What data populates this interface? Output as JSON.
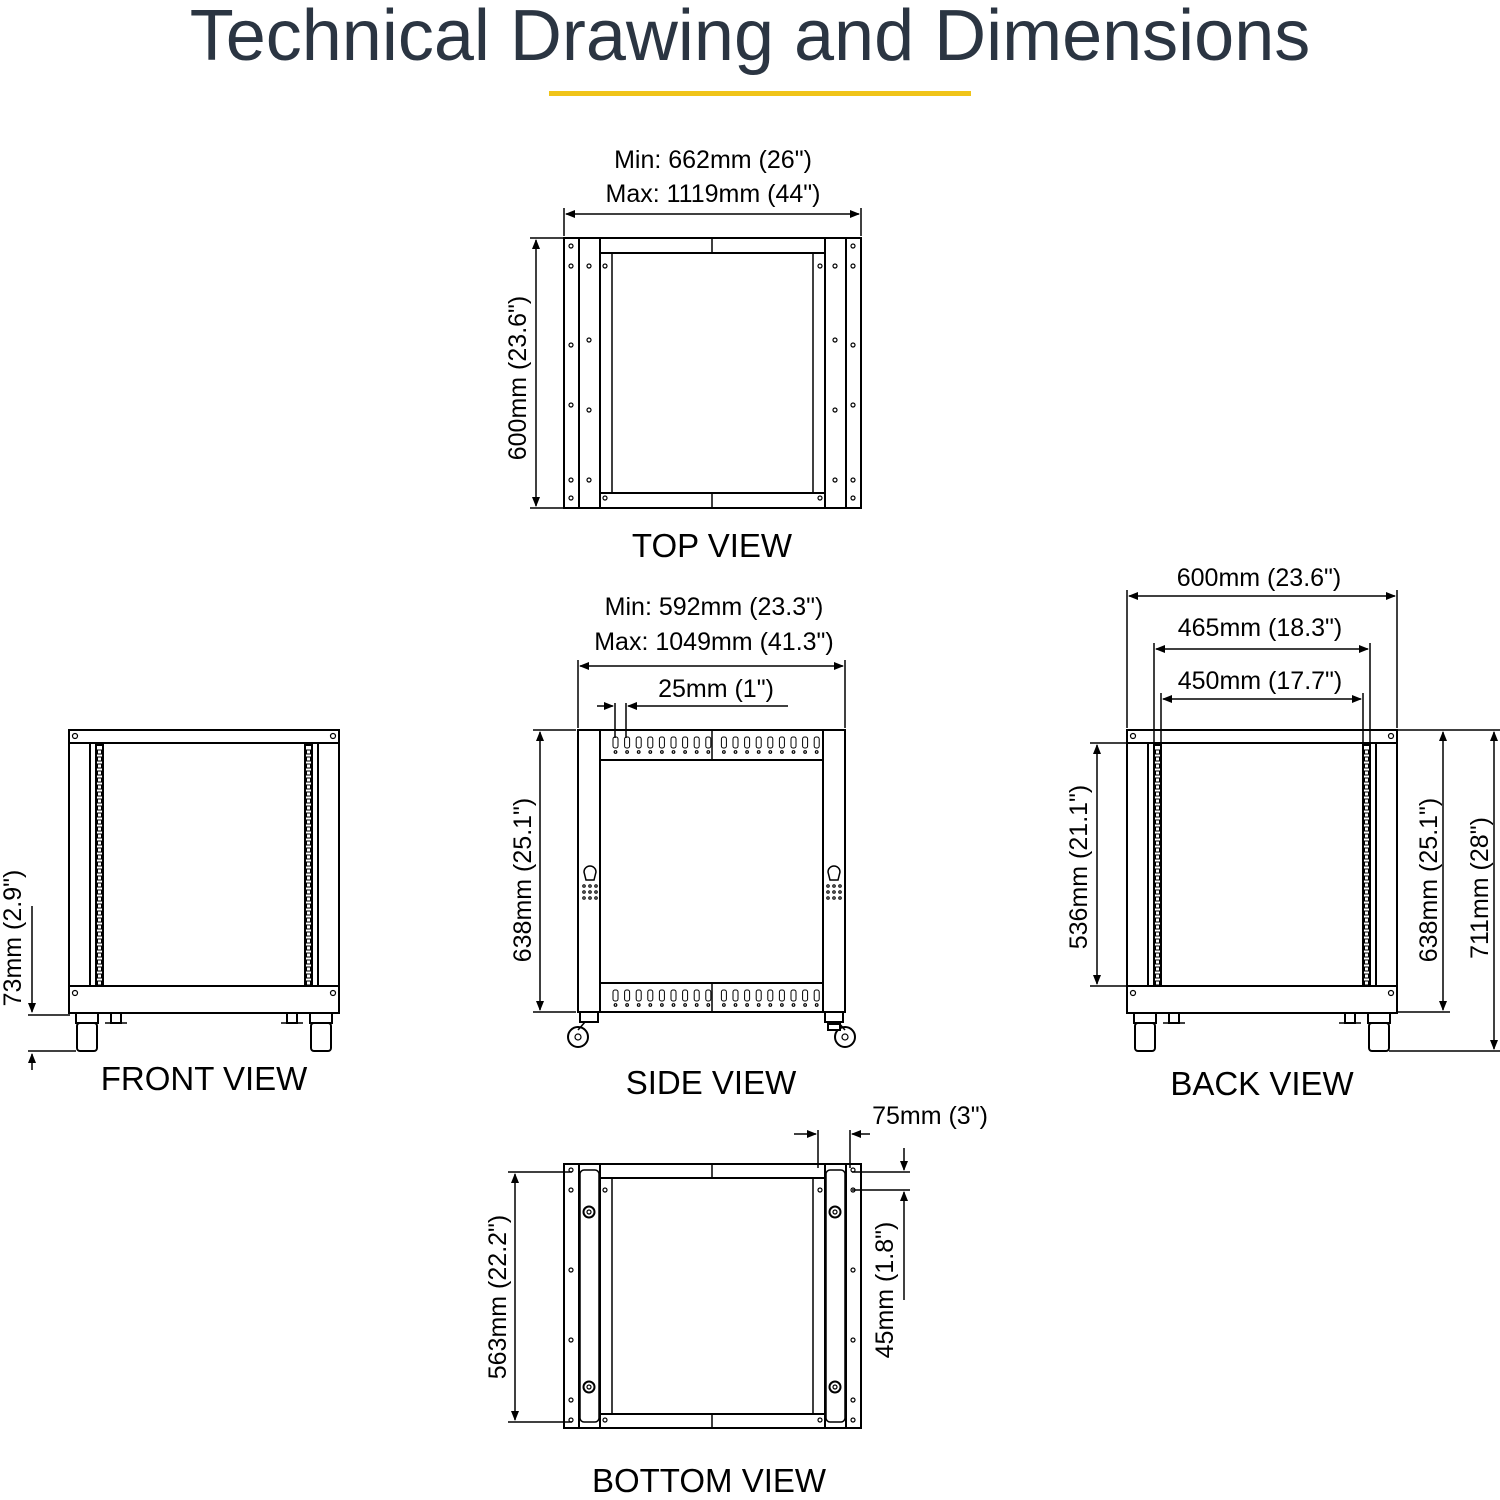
{
  "title": "Technical Drawing and Dimensions",
  "colors": {
    "title": "#2b3542",
    "accent_rule": "#f0c419",
    "line": "#000000"
  },
  "views": {
    "top": {
      "label": "TOP VIEW",
      "width_min": "Min: 662mm (26\")",
      "width_max": "Max: 1119mm (44\")",
      "depth": "600mm (23.6\")"
    },
    "side": {
      "label": "SIDE VIEW",
      "depth_min": "Min: 592mm (23.3\")",
      "depth_max": "Max: 1049mm (41.3\")",
      "hole_spacing": "25mm (1\")",
      "frame_height": "638mm (25.1\")"
    },
    "front": {
      "label": "FRONT VIEW",
      "caster_height": "73mm (2.9\")"
    },
    "back": {
      "label": "BACK VIEW",
      "outer_width": "600mm (23.6\")",
      "rail_outer_width": "465mm (18.3\")",
      "rail_inner_width": "450mm (17.7\")",
      "usable_height": "536mm (21.1\")",
      "frame_height": "638mm (25.1\")",
      "total_height": "711mm (28\")"
    },
    "bottom": {
      "label": "BOTTOM VIEW",
      "depth": "563mm (22.2\")",
      "edge_offset": "75mm (3\")",
      "hole_offset": "45mm (1.8\")"
    }
  }
}
